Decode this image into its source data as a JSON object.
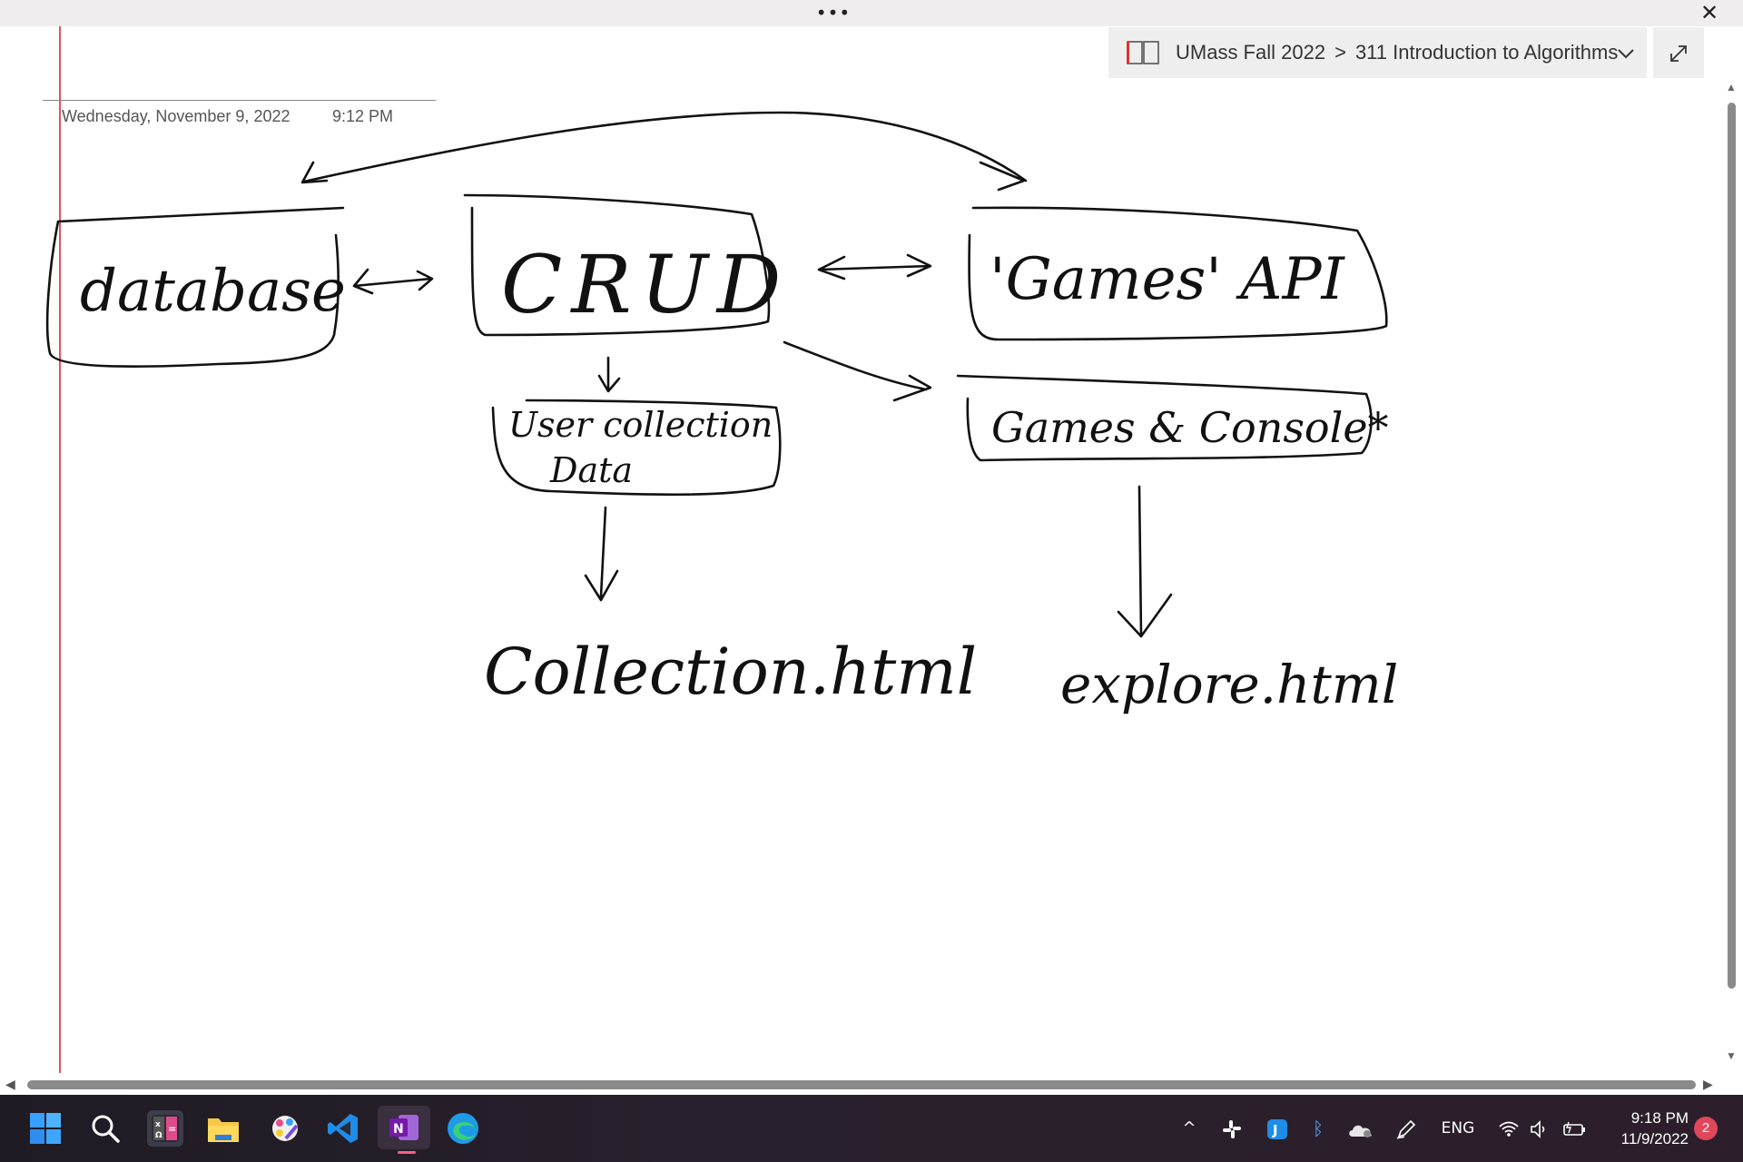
{
  "window": {
    "more_label": "•••",
    "close_label": "✕"
  },
  "breadcrumb": {
    "notebook": "UMass Fall 2022",
    "separator": ">",
    "section": "311 Introduction to Algorithms",
    "chevron": "⌄",
    "expand_label": "⤢"
  },
  "page": {
    "date": "Wednesday, November 9, 2022",
    "time": "9:12 PM"
  },
  "ink": {
    "database": "database",
    "crud": "CRUD",
    "games_api": "'Games' API",
    "user_collection_data_line1": "User collection",
    "user_collection_data_line2": "Data",
    "games_console": "Games & Console*",
    "collection_html": "Collection.html",
    "explore_html": "explore.html"
  },
  "taskbar": {
    "apps": [
      "windows-start",
      "search",
      "calculator",
      "file-explorer",
      "paint",
      "visual-studio-code",
      "onenote",
      "edge"
    ],
    "tray": {
      "overflow": "^",
      "language": "ENG",
      "time": "9:18 PM",
      "date": "11/9/2022",
      "notifications": "2"
    }
  },
  "colors": {
    "rule_lines": "#b5dbed",
    "margin_line": "#e0525c",
    "taskbar_bg": "#241d27",
    "onenote_purple": "#7719aa",
    "notif_badge": "#e0475a"
  }
}
